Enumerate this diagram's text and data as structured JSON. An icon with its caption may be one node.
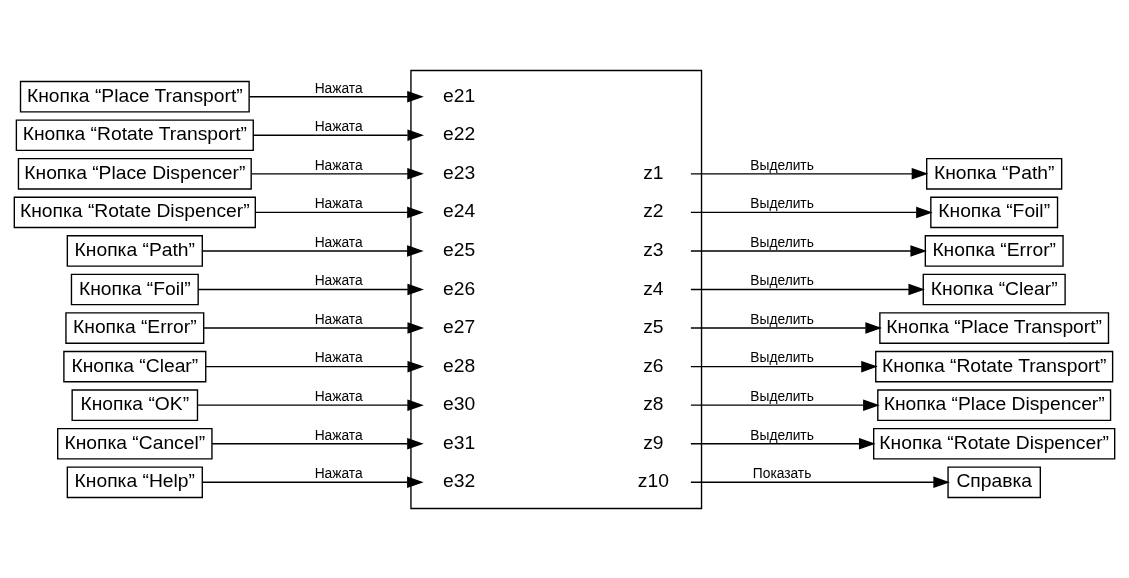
{
  "diagram": {
    "nodes": [
      {
        "text": [
          "Кнопка “Place Transport”"
        ]
      },
      {
        "text": [
          "Кнопка “Rotate Transport”"
        ]
      },
      {
        "text": [
          "Кнопка “Place Dispencer”"
        ]
      },
      {
        "text": [
          "Кнопка “Rotate Dispencer”"
        ]
      },
      {
        "text": [
          "Кнопка “Path”"
        ]
      },
      {
        "text": [
          "Кнопка “Foil”"
        ]
      },
      {
        "text": [
          "Кнопка “Error”"
        ]
      },
      {
        "text": [
          "Кнопка “Clear”"
        ]
      },
      {
        "text": [
          "Кнопка “OK”"
        ]
      },
      {
        "text": [
          "Кнопка “Cancel”"
        ]
      },
      {
        "text": [
          "Кнопка “Help”"
        ]
      },
      {
        "text": [],
        "shape": "box"
      },
      {
        "text": [
          "e21"
        ],
        "in": 11
      },
      {
        "text": [
          "e22"
        ],
        "in": 11
      },
      {
        "text": [
          "e23"
        ],
        "in": 11
      },
      {
        "text": [
          "e24"
        ],
        "in": 11
      },
      {
        "text": [
          "e25"
        ],
        "in": 11
      },
      {
        "text": [
          "e26"
        ],
        "in": 11
      },
      {
        "text": [
          "e27"
        ],
        "in": 11
      },
      {
        "text": [
          "e28"
        ],
        "in": 11
      },
      {
        "text": [
          "e30"
        ],
        "in": 11
      },
      {
        "text": [
          "e31"
        ],
        "in": 11
      },
      {
        "text": [
          "e32"
        ],
        "in": 11
      },
      {
        "text": [
          "z1"
        ],
        "in": 11
      },
      {
        "text": [
          "z2"
        ],
        "in": 11
      },
      {
        "text": [
          "z3"
        ],
        "in": 11
      },
      {
        "text": [
          "z4"
        ],
        "in": 11
      },
      {
        "text": [
          "z5"
        ],
        "in": 11
      },
      {
        "text": [
          "z6"
        ],
        "in": 11
      },
      {
        "text": [
          "z8"
        ],
        "in": 11
      },
      {
        "text": [
          "z9"
        ],
        "in": 11
      },
      {
        "text": [
          "z10"
        ],
        "in": 11
      },
      {
        "text": [
          "Кнопка “Path”"
        ]
      },
      {
        "text": [
          "Кнопка “Foil”"
        ]
      },
      {
        "text": [
          "Кнопка “Error”"
        ]
      },
      {
        "text": [
          "Кнопка “Clear”"
        ]
      },
      {
        "text": [
          "Кнопка “Place Transport”"
        ]
      },
      {
        "text": [
          "Кнопка “Rotate Transport”"
        ]
      },
      {
        "text": [
          "Кнопка “Place Dispencer”"
        ]
      },
      {
        "text": [
          "Кнопка “Rotate Dispencer”"
        ]
      },
      {
        "text": [
          "Справка"
        ]
      }
    ],
    "edges": [
      {
        "from": 0,
        "to": 12,
        "arrow": "to",
        "label": "Нажата"
      },
      {
        "from": 1,
        "to": 13,
        "arrow": "to",
        "label": "Нажата"
      },
      {
        "from": 2,
        "to": 14,
        "arrow": "to",
        "label": "Нажата"
      },
      {
        "from": 3,
        "to": 15,
        "arrow": "to",
        "label": "Нажата"
      },
      {
        "from": 4,
        "to": 16,
        "arrow": "to",
        "label": "Нажата"
      },
      {
        "from": 5,
        "to": 17,
        "arrow": "to",
        "label": "Нажата"
      },
      {
        "from": 6,
        "to": 18,
        "arrow": "to",
        "label": "Нажата"
      },
      {
        "from": 7,
        "to": 19,
        "arrow": "to",
        "label": "Нажата"
      },
      {
        "from": 8,
        "to": 20,
        "arrow": "to",
        "label": "Нажата"
      },
      {
        "from": 9,
        "to": 21,
        "arrow": "to",
        "label": "Нажата"
      },
      {
        "from": 10,
        "to": 22,
        "arrow": "to",
        "label": "Нажата"
      },
      {
        "from": 23,
        "to": 32,
        "arrow": "to",
        "label": "Выделить"
      },
      {
        "from": 24,
        "to": 33,
        "arrow": "to",
        "label": "Выделить"
      },
      {
        "from": 25,
        "to": 34,
        "arrow": "to",
        "label": "Выделить"
      },
      {
        "from": 26,
        "to": 35,
        "arrow": "to",
        "label": "Выделить"
      },
      {
        "from": 27,
        "to": 36,
        "arrow": "to",
        "label": "Выделить"
      },
      {
        "from": 28,
        "to": 37,
        "arrow": "to",
        "label": "Выделить"
      },
      {
        "from": 29,
        "to": 38,
        "arrow": "to",
        "label": "Выделить"
      },
      {
        "from": 30,
        "to": 39,
        "arrow": "to",
        "label": "Выделить"
      },
      {
        "from": 31,
        "to": 40,
        "arrow": "to",
        "label": "Показать"
      }
    ]
  }
}
